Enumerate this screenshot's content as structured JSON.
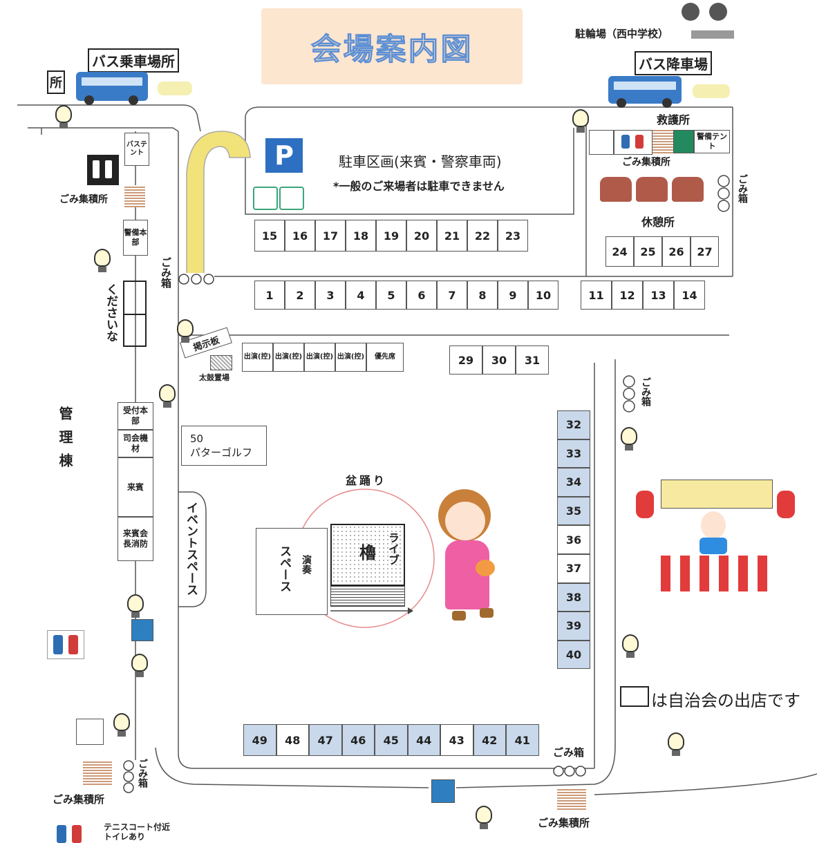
{
  "title": "会場案内図",
  "labels": {
    "bus_boarding": "バス乗車場所",
    "bus_alighting": "バス降車場",
    "bicycle_parking": "駐輪場（西中学校）",
    "sho": "所",
    "parking_area": "駐車区画(来賓・警察車両)",
    "parking_note": "*一般のご来場者は駐車できません",
    "parking_sign": "P",
    "bus_tent": "バステント",
    "garbage_collection": "ごみ集積所",
    "hq_guard": "警備本部",
    "kudasaina": "くださいな",
    "trash_box": "ごみ箱",
    "kanri": "管理棟",
    "bulletin": "掲示板",
    "taiko": "太鼓置場",
    "putter_num": "50",
    "putter": "パターゴルフ",
    "event_space": "イベントスペース",
    "bon_odori": "盆踊り",
    "yagura": "櫓",
    "live": "ライブ",
    "performance": "演奏",
    "space": "スペース",
    "first_aid": "救護所",
    "guard_tent": "警備テント",
    "rest": "休憩所",
    "legend": "は自治会の出店です",
    "tennis_toilet": "テニスコート付近トイレあり"
  },
  "left_column": [
    {
      "id": "reception",
      "label": "受付本部"
    },
    {
      "id": "mc",
      "label": "司会機材"
    },
    {
      "id": "guest",
      "label": "来賓"
    },
    {
      "id": "guest2",
      "label": "来賓会長消防"
    }
  ],
  "performer_stalls": [
    "出演(控)",
    "出演(控)",
    "出演(控)",
    "出演(控)",
    "優先席"
  ],
  "stalls_row_a": [
    "15",
    "16",
    "17",
    "18",
    "19",
    "20",
    "21",
    "22",
    "23"
  ],
  "stalls_row_b": [
    "1",
    "2",
    "3",
    "4",
    "5",
    "6",
    "7",
    "8",
    "9",
    "10"
  ],
  "stalls_row_c": [
    "11",
    "12",
    "13",
    "14"
  ],
  "stalls_row_d": [
    "24",
    "25",
    "26",
    "27"
  ],
  "stalls_row_e": [
    "29",
    "30",
    "31"
  ],
  "stalls_right": [
    {
      "n": "32",
      "jichikai": true
    },
    {
      "n": "33",
      "jichikai": true
    },
    {
      "n": "34",
      "jichikai": true
    },
    {
      "n": "35",
      "jichikai": true
    },
    {
      "n": "36",
      "jichikai": false
    },
    {
      "n": "37",
      "jichikai": false
    },
    {
      "n": "38",
      "jichikai": true
    },
    {
      "n": "39",
      "jichikai": true
    },
    {
      "n": "40",
      "jichikai": true
    }
  ],
  "stalls_bottom": [
    {
      "n": "49",
      "jichikai": true
    },
    {
      "n": "48",
      "jichikai": false
    },
    {
      "n": "47",
      "jichikai": true
    },
    {
      "n": "46",
      "jichikai": true
    },
    {
      "n": "45",
      "jichikai": true
    },
    {
      "n": "44",
      "jichikai": true
    },
    {
      "n": "43",
      "jichikai": false
    },
    {
      "n": "42",
      "jichikai": true
    },
    {
      "n": "41",
      "jichikai": true
    }
  ],
  "colors": {
    "jichikai": "#c9d8ea",
    "title_bg": "#fde6cf",
    "bus": "#3a7bc8",
    "arch": "#f2e27a",
    "parking": "#2d6fc0"
  }
}
